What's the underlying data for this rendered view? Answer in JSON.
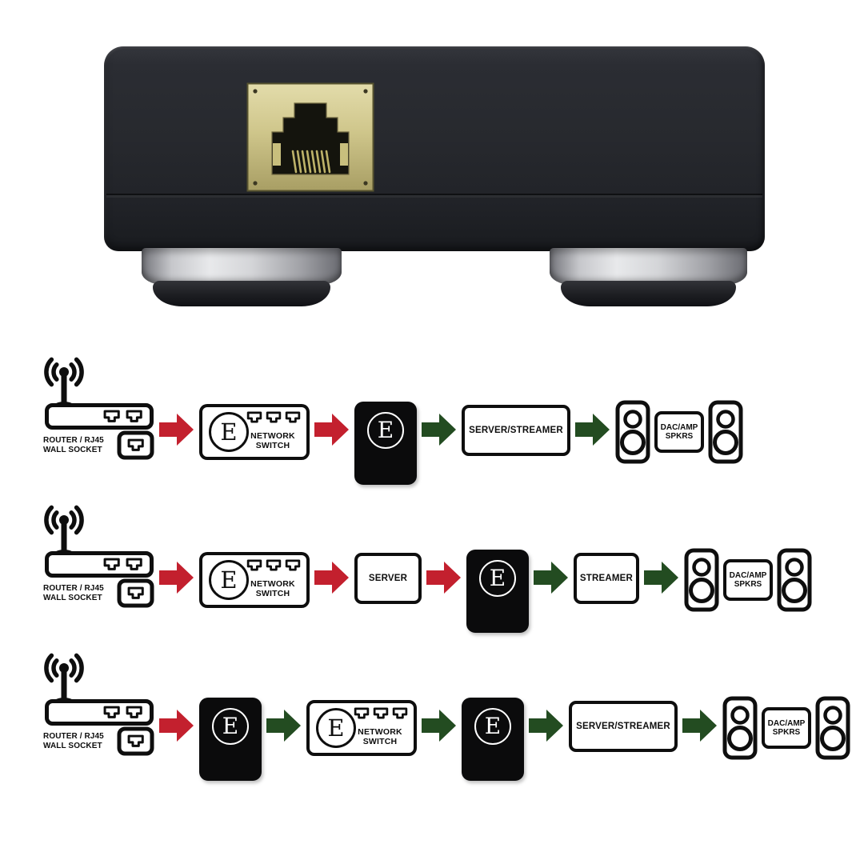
{
  "diagram": {
    "labels": {
      "router_line1": "ROUTER / RJ45",
      "router_line2": "WALL SOCKET",
      "switch_line1": "NETWORK",
      "switch_line2": "SWITCH",
      "server_streamer": "SERVER/STREAMER",
      "server": "SERVER",
      "streamer": "STREAMER",
      "dac_line1": "DAC/AMP",
      "dac_line2": "SPKRS",
      "logo_letter": "E"
    },
    "colors": {
      "arrow_red": "#c3202e",
      "arrow_green": "#234c21",
      "outline_black": "#0e0e0e",
      "device_black": "#0b0b0c",
      "port_gold": "#cfc68b"
    },
    "rows": [
      {
        "name": "setup-1",
        "nodes": [
          {
            "type": "router"
          },
          {
            "type": "arrow",
            "color": "red"
          },
          {
            "type": "switch"
          },
          {
            "type": "arrow",
            "color": "red"
          },
          {
            "type": "filter"
          },
          {
            "type": "arrow",
            "color": "green"
          },
          {
            "type": "box",
            "label_key": "server_streamer"
          },
          {
            "type": "arrow",
            "color": "green"
          },
          {
            "type": "speakers"
          }
        ]
      },
      {
        "name": "setup-2",
        "nodes": [
          {
            "type": "router"
          },
          {
            "type": "arrow",
            "color": "red"
          },
          {
            "type": "switch"
          },
          {
            "type": "arrow",
            "color": "red"
          },
          {
            "type": "box",
            "label_key": "server"
          },
          {
            "type": "arrow",
            "color": "red"
          },
          {
            "type": "filter"
          },
          {
            "type": "arrow",
            "color": "green"
          },
          {
            "type": "box",
            "label_key": "streamer"
          },
          {
            "type": "arrow",
            "color": "green"
          },
          {
            "type": "speakers"
          }
        ]
      },
      {
        "name": "setup-3",
        "nodes": [
          {
            "type": "router"
          },
          {
            "type": "arrow",
            "color": "red"
          },
          {
            "type": "filter"
          },
          {
            "type": "arrow",
            "color": "green"
          },
          {
            "type": "switch"
          },
          {
            "type": "arrow",
            "color": "green"
          },
          {
            "type": "filter"
          },
          {
            "type": "arrow",
            "color": "green"
          },
          {
            "type": "box",
            "label_key": "server_streamer"
          },
          {
            "type": "arrow",
            "color": "green"
          },
          {
            "type": "speakers"
          }
        ]
      }
    ]
  }
}
